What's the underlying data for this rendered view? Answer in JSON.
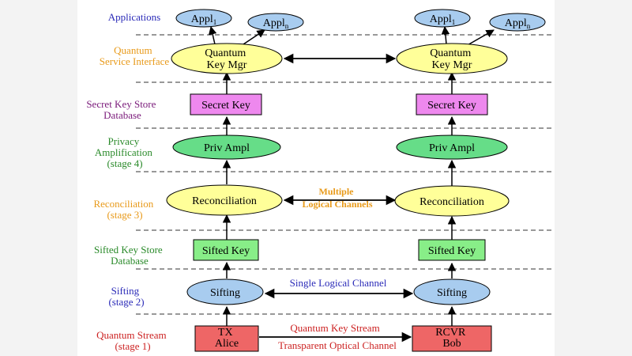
{
  "layers": {
    "applications": "Applications",
    "qsi": [
      "Quantum",
      "Service Interface"
    ],
    "secret_store": [
      "Secret Key Store",
      "Database"
    ],
    "privacy": [
      "Privacy",
      "Amplification",
      "(stage 4)"
    ],
    "reconciliation": [
      "Reconciliation",
      "(stage 3)"
    ],
    "sifted_store": [
      "Sifted Key Store",
      "Database"
    ],
    "sifting": [
      "Sifting",
      "(stage 2)"
    ],
    "quantum_stream": [
      "Quantum Stream",
      "(stage 1)"
    ]
  },
  "nodes": {
    "app_main": "Appl",
    "app_sub_1": "1",
    "app_sub_n": "n",
    "qkm": [
      "Quantum",
      "Key Mgr"
    ],
    "secret_key": "Secret Key",
    "priv_ampl": "Priv Ampl",
    "reconciliation": "Reconciliation",
    "sifted_key": "Sifted Key",
    "sifting": "Sifting",
    "tx": [
      "TX",
      "Alice"
    ],
    "rcvr": [
      "RCVR",
      "Bob"
    ]
  },
  "channels": {
    "multiple": [
      "Multiple",
      "Logical Channels"
    ],
    "single": "Single Logical Channel",
    "quantum_key_stream": "Quantum Key Stream",
    "optical": "Transparent Optical Channel"
  },
  "colors": {
    "label_blue": "#2b2bb8",
    "label_orange": "#e89a1a",
    "label_purple": "#7a1a7a",
    "label_green": "#2a8a2a",
    "label_red": "#cc2222",
    "ellipse_blue": "#a8ccef",
    "ellipse_yellow": "#ffff99",
    "ellipse_green": "#66dd88",
    "box_pink": "#ee88ee",
    "box_green": "#88ee88",
    "box_red": "#ee6666"
  }
}
